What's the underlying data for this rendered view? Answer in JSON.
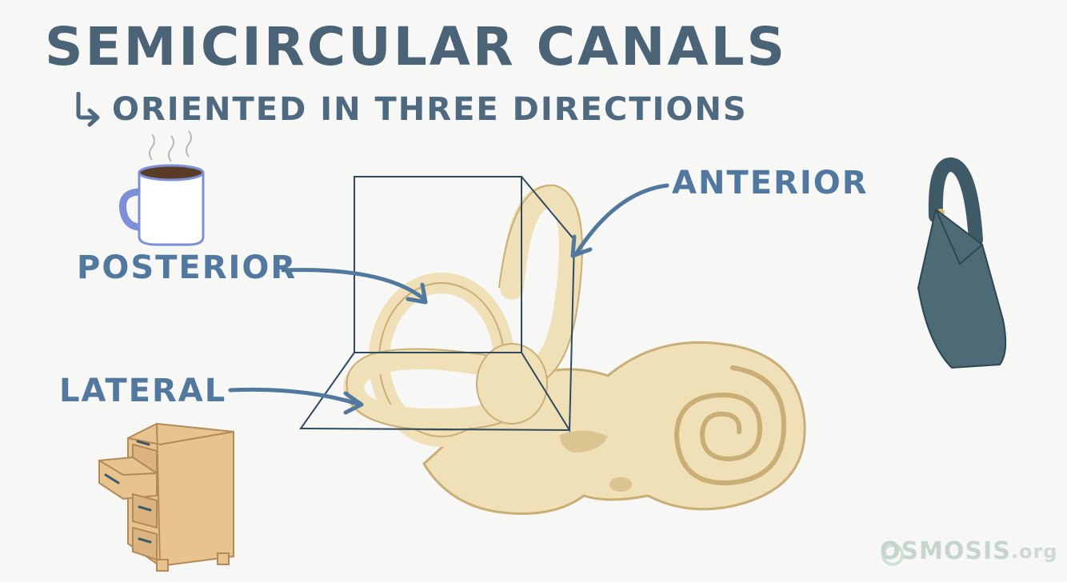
{
  "title": "SEMICIRCULAR CANALS",
  "subtitle": "ORIENTED IN THREE DIRECTIONS",
  "labels": {
    "anterior": "ANTERIOR",
    "posterior": "POSTERIOR",
    "lateral": "LATERAL"
  },
  "logo": {
    "brand": "OSMOSIS",
    "suffix": ".org"
  },
  "icons": [
    "arrow-icon",
    "coffee-mug-icon",
    "handbag-icon",
    "filing-cabinet-icon",
    "inner-ear-illustration",
    "orientation-cube"
  ],
  "colors": {
    "title": "#4a6376",
    "labels": "#5179a0",
    "bone": "#efe0b8",
    "bone_outline": "#c9ae76",
    "cube": "#2f4a5e"
  }
}
